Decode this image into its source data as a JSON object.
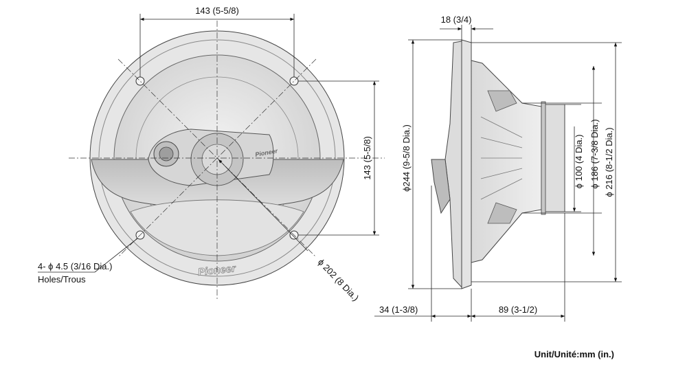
{
  "front_view": {
    "dim_top_width": "143 (5-5/8)",
    "dim_right_height": "143 (5-5/8)",
    "dim_hole": "4- ϕ 4.5 (3/16 Dia.)",
    "dim_hole_line2": "Holes/Trous",
    "dim_cutout": "ϕ 202 (8 Dia.)",
    "logo_text": "Pioneer"
  },
  "side_view": {
    "dim_flange": "18 (3/4)",
    "dim_outer": "ϕ244 (9-5/8 Dia.)",
    "dim_magnet": "ϕ 100 (4 Dia.)",
    "dim_basket": "ϕ 186 (7-3/8 Dia.)",
    "dim_mount": "ϕ 216 (8-1/2 Dia.)",
    "dim_front_depth": "34 (1-3/8)",
    "dim_rear_depth": "89 (3-1/2)"
  },
  "unit_label": "Unit/Unité:mm (in.)",
  "colors": {
    "line": "#222222",
    "body_light": "#e9e9e9",
    "body_mid": "#d2d2d2",
    "body_dark": "#a8a8a8"
  }
}
